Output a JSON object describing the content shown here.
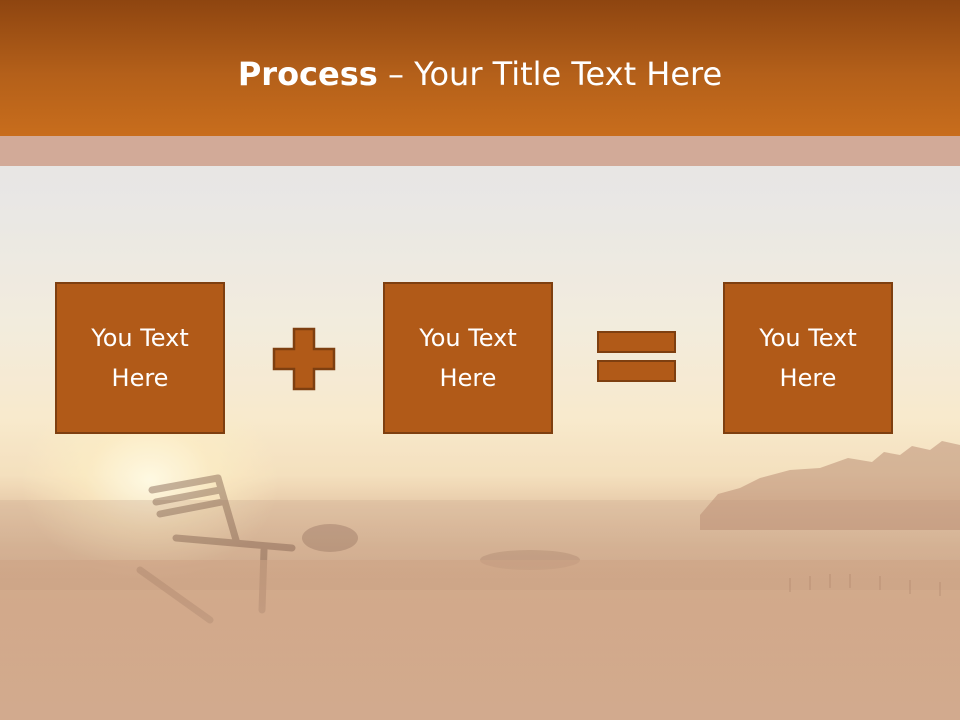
{
  "header": {
    "title_bold": "Process",
    "title_rest": " – Your Title Text Here"
  },
  "boxes": [
    {
      "text": "You Text Here"
    },
    {
      "text": "You Text Here"
    },
    {
      "text": "You Text Here"
    }
  ],
  "colors": {
    "header_top": "#8e4510",
    "header_bottom": "#c86d1c",
    "stripe": "#d2aa98",
    "box_fill": "#b15a18",
    "box_border": "#7e3f10",
    "text": "#ffffff"
  },
  "icons": {
    "plus": "plus-icon",
    "equals": "equals-icon"
  }
}
